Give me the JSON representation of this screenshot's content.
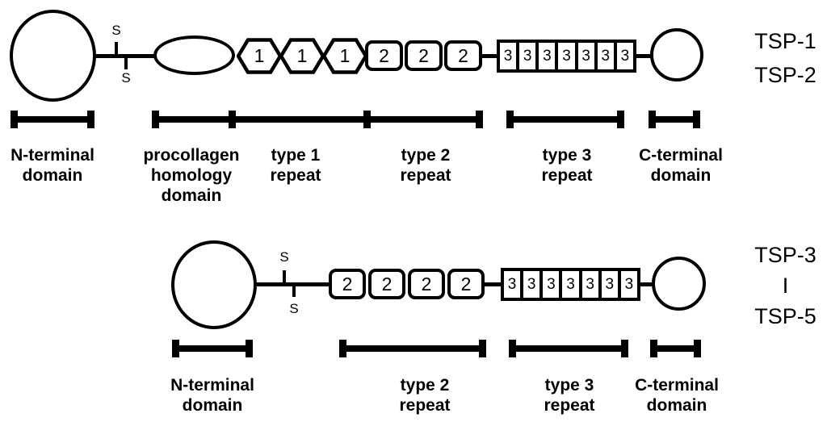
{
  "colors": {
    "ink": "#000000",
    "background": "#ffffff"
  },
  "row1": {
    "tsp_labels": [
      "TSP-1",
      "TSP-2"
    ],
    "disulfide": {
      "upper": "S",
      "lower": "S"
    },
    "repeats": {
      "type1": {
        "digit": "1",
        "count": 3
      },
      "type2": {
        "digit": "2",
        "count": 3
      },
      "type3": {
        "digit": "3",
        "count": 7
      }
    },
    "bracket_labels": [
      {
        "text": "N-terminal\ndomain"
      },
      {
        "text": "procollagen\nhomology\ndomain"
      },
      {
        "text": "type 1\nrepeat"
      },
      {
        "text": "type 2\nrepeat"
      },
      {
        "text": "type 3\nrepeat"
      },
      {
        "text": "C-terminal\ndomain"
      }
    ]
  },
  "row2": {
    "tsp_labels": [
      "TSP-3",
      "TSP-5"
    ],
    "tsp_separator": "I",
    "disulfide": {
      "upper": "S",
      "lower": "S"
    },
    "repeats": {
      "type2": {
        "digit": "2",
        "count": 4
      },
      "type3": {
        "digit": "3",
        "count": 7
      }
    },
    "bracket_labels": [
      {
        "text": "N-terminal\ndomain"
      },
      {
        "text": "type 2\nrepeat"
      },
      {
        "text": "type 3\nrepeat"
      },
      {
        "text": "C-terminal\ndomain"
      }
    ]
  }
}
